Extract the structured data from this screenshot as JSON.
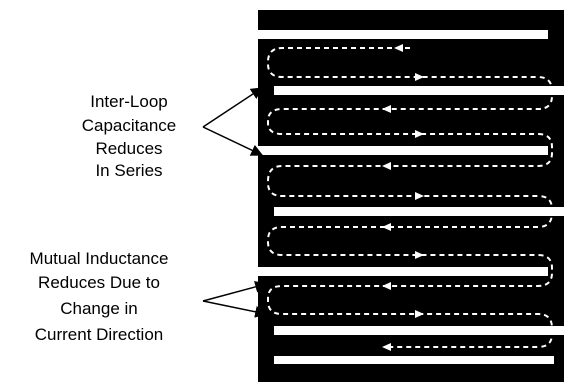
{
  "labels": {
    "capacitance": [
      "Inter-Loop",
      "Capacitance",
      "Reduces",
      "In Series"
    ],
    "inductance": [
      "Mutual Inductance",
      "Reduces Due to",
      "Change in",
      "Current Direction"
    ]
  },
  "colors": {
    "background": "#ffffff",
    "conductor_block": "#000000",
    "slot": "#ffffff",
    "current_path": "#ffffff",
    "text": "#000000"
  }
}
